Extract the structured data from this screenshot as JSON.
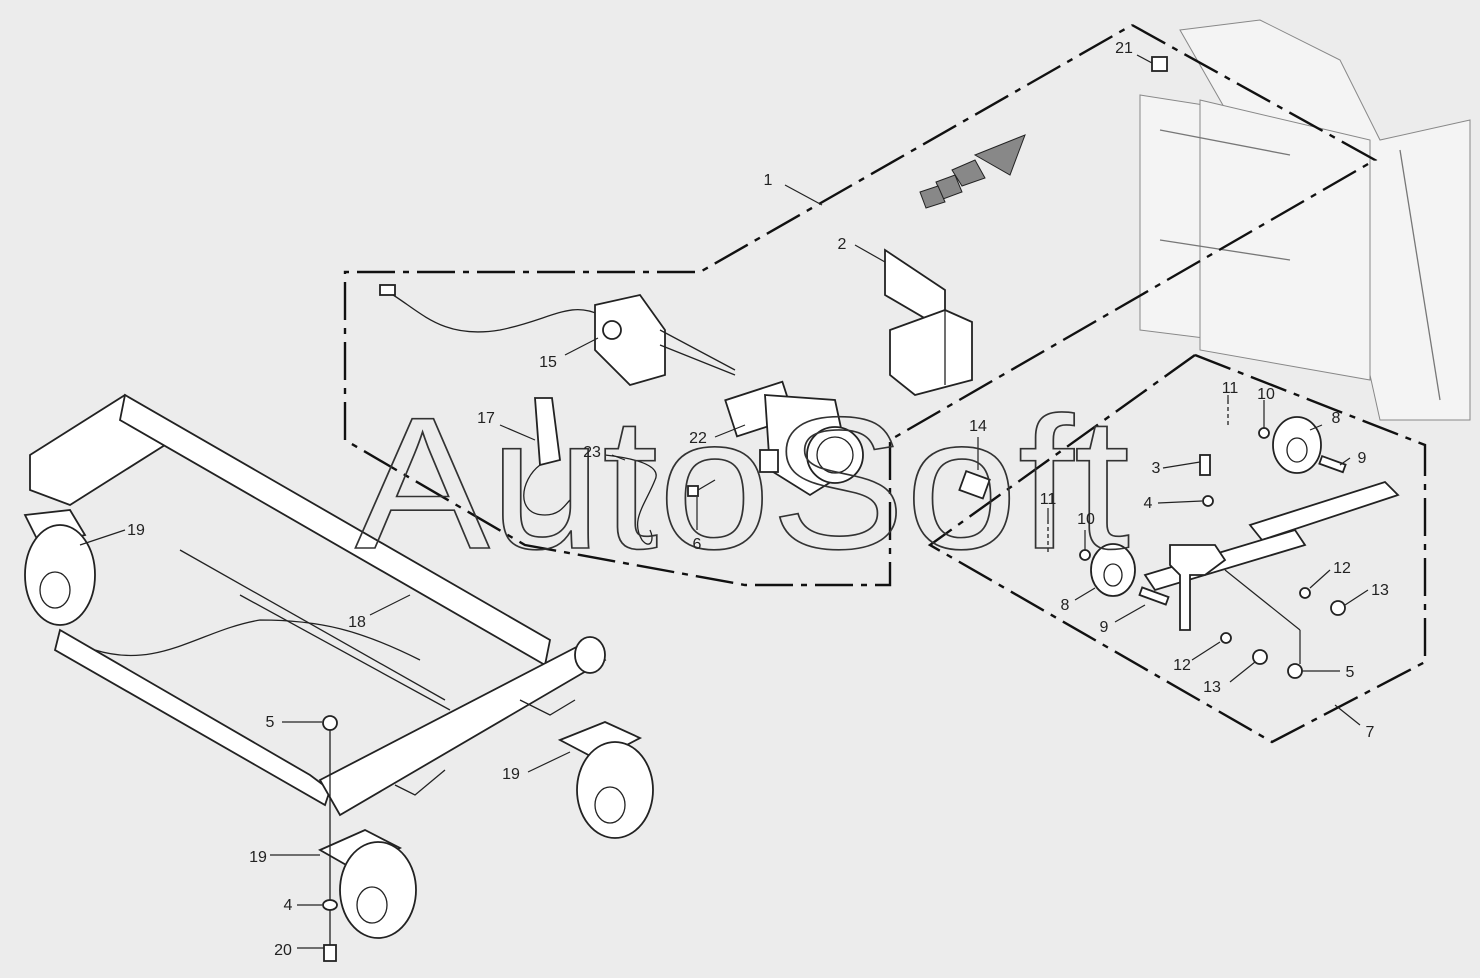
{
  "watermark": "AutoSoft",
  "callouts": [
    {
      "id": "c1",
      "text": "1"
    },
    {
      "id": "c2",
      "text": "2"
    },
    {
      "id": "c3",
      "text": "3"
    },
    {
      "id": "c4a",
      "text": "4"
    },
    {
      "id": "c4b",
      "text": "4"
    },
    {
      "id": "c5a",
      "text": "5"
    },
    {
      "id": "c5b",
      "text": "5"
    },
    {
      "id": "c6",
      "text": "6"
    },
    {
      "id": "c7",
      "text": "7"
    },
    {
      "id": "c8a",
      "text": "8"
    },
    {
      "id": "c8b",
      "text": "8"
    },
    {
      "id": "c9a",
      "text": "9"
    },
    {
      "id": "c9b",
      "text": "9"
    },
    {
      "id": "c10a",
      "text": "10"
    },
    {
      "id": "c10b",
      "text": "10"
    },
    {
      "id": "c11a",
      "text": "11"
    },
    {
      "id": "c11b",
      "text": "11"
    },
    {
      "id": "c12a",
      "text": "12"
    },
    {
      "id": "c12b",
      "text": "12"
    },
    {
      "id": "c13a",
      "text": "13"
    },
    {
      "id": "c13b",
      "text": "13"
    },
    {
      "id": "c14",
      "text": "14"
    },
    {
      "id": "c15",
      "text": "15"
    },
    {
      "id": "c17",
      "text": "17"
    },
    {
      "id": "c18",
      "text": "18"
    },
    {
      "id": "c19a",
      "text": "19"
    },
    {
      "id": "c19b",
      "text": "19"
    },
    {
      "id": "c19c",
      "text": "19"
    },
    {
      "id": "c20",
      "text": "20"
    },
    {
      "id": "c21",
      "text": "21"
    },
    {
      "id": "c22",
      "text": "22"
    },
    {
      "id": "c23",
      "text": "23"
    }
  ]
}
